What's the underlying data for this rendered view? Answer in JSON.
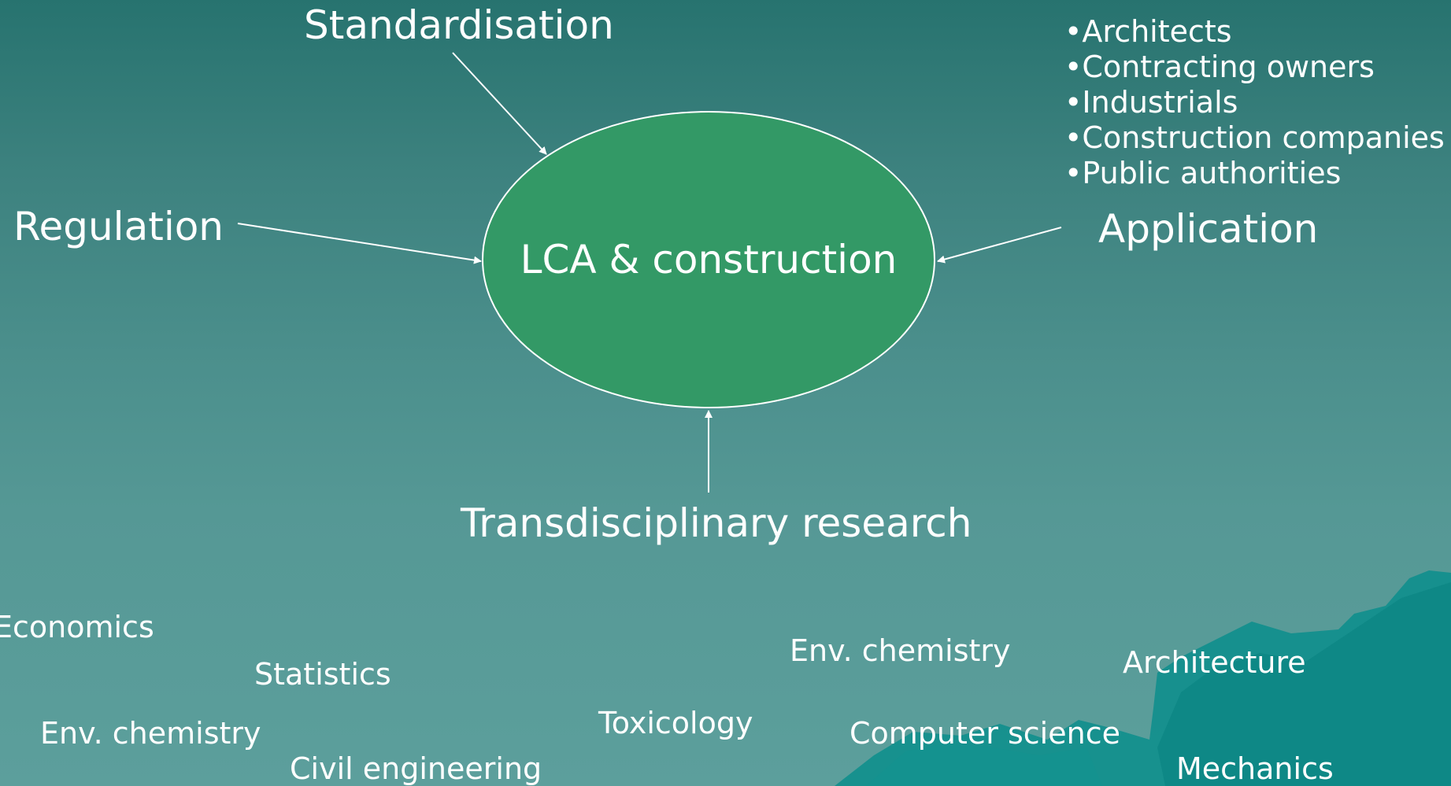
{
  "center": {
    "label": "LCA & construction"
  },
  "nodes": {
    "standardisation": "Standardisation",
    "regulation": "Regulation",
    "application": "Application",
    "research": "Transdisciplinary research"
  },
  "stakeholders": [
    "Architects",
    "Contracting owners",
    "Industrials",
    "Construction companies",
    "Public authorities"
  ],
  "disciplines": [
    "Economics",
    "Statistics",
    "Env. chemistry",
    "Civil engineering",
    "Toxicology",
    "Env. chemistry",
    "Computer science",
    "Architecture",
    "Mechanics"
  ],
  "colors": {
    "ellipse_fill": "#339966",
    "text": "#ffffff",
    "background_top": "#27736f",
    "background_bottom": "#5c9f9c",
    "mountain": "#0f8f8d"
  }
}
